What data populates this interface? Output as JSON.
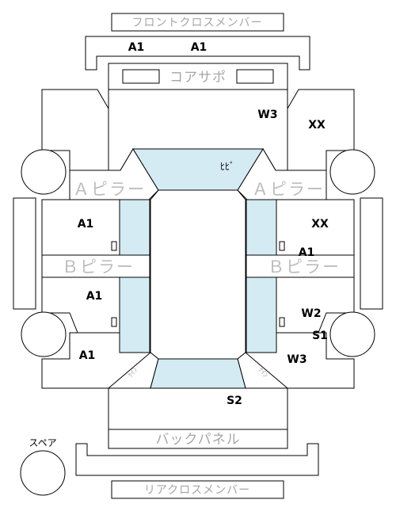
{
  "colors": {
    "line": "#000000",
    "glass": "#d5ebf3",
    "part_text": "#a6a6a6",
    "pillar_text": "#bdbdbd",
    "code_text": "#000000"
  },
  "parts": {
    "front_cross_member": "フロントクロスメンバー",
    "core_support": "コアサポ",
    "dash": "ﾋﾋﾞ",
    "a_pillar_left": "Ａピラー",
    "a_pillar_right": "Ａピラー",
    "b_pillar_left": "Ｂピラー",
    "b_pillar_right": "Ｂピラー",
    "kei_left": "ｹｲﾝ",
    "kei_right": "ｹｲﾝ",
    "back_panel": "バックパネル",
    "spare": "スペア",
    "rear_cross_member": "リアクロスメンバー"
  },
  "codes": {
    "front_cross_left": "A1",
    "front_cross_right": "A1",
    "hood_right": "W3",
    "front_right_fender": "XX",
    "front_left_door": "A1",
    "front_right_door": "XX",
    "right_b_pillar": "A1",
    "rear_left_door": "A1",
    "rear_right_door": "W2",
    "right_sill": "S1",
    "rear_left_quarter": "A1",
    "rear_right_quarter": "W3",
    "trunk": "S2"
  }
}
